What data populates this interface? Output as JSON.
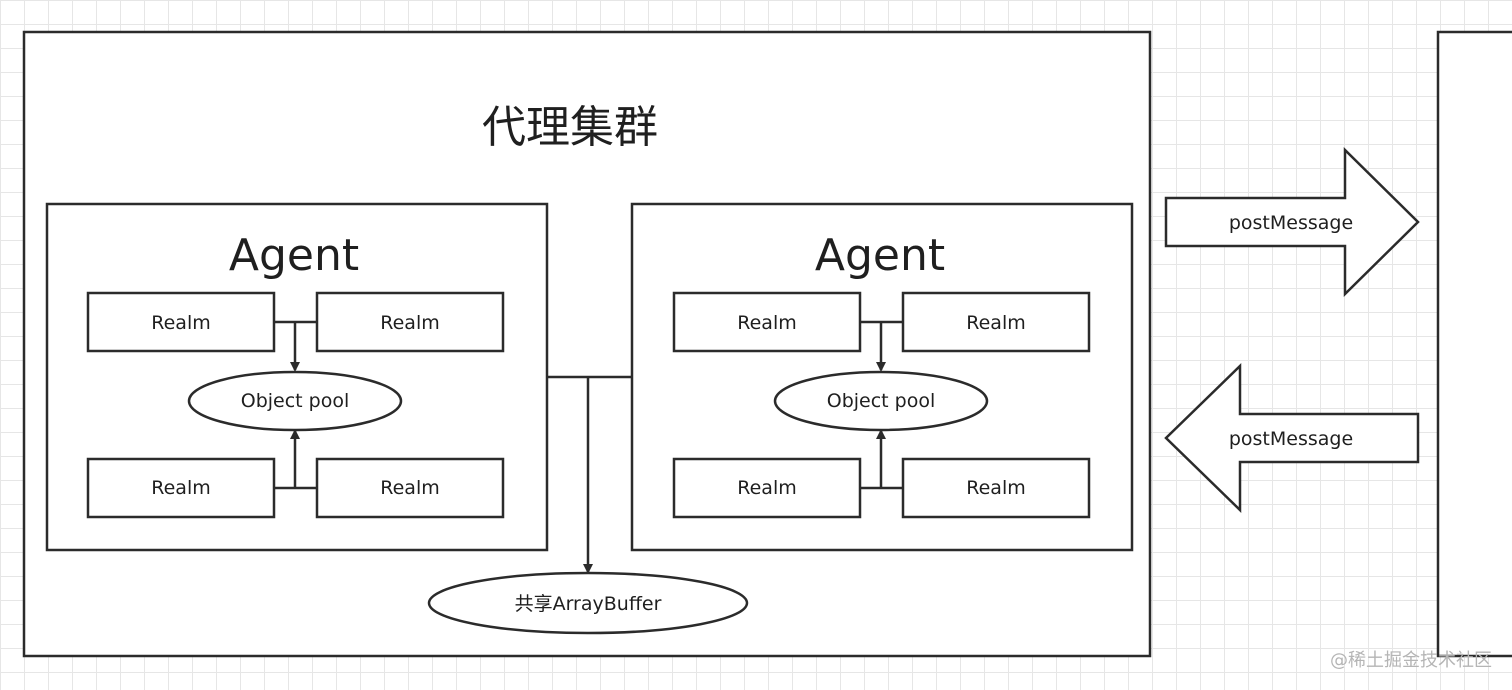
{
  "diagram": {
    "cluster_title": "代理集群",
    "agents": [
      {
        "title": "Agent",
        "realms": [
          "Realm",
          "Realm",
          "Realm",
          "Realm"
        ],
        "pool": "Object pool"
      },
      {
        "title": "Agent",
        "realms": [
          "Realm",
          "Realm",
          "Realm",
          "Realm"
        ],
        "pool": "Object pool"
      }
    ],
    "shared_buffer": "共享ArrayBuffer",
    "messages": {
      "outgoing": "postMessage",
      "incoming": "postMessage"
    }
  },
  "watermark": "@稀土掘金技术社区"
}
